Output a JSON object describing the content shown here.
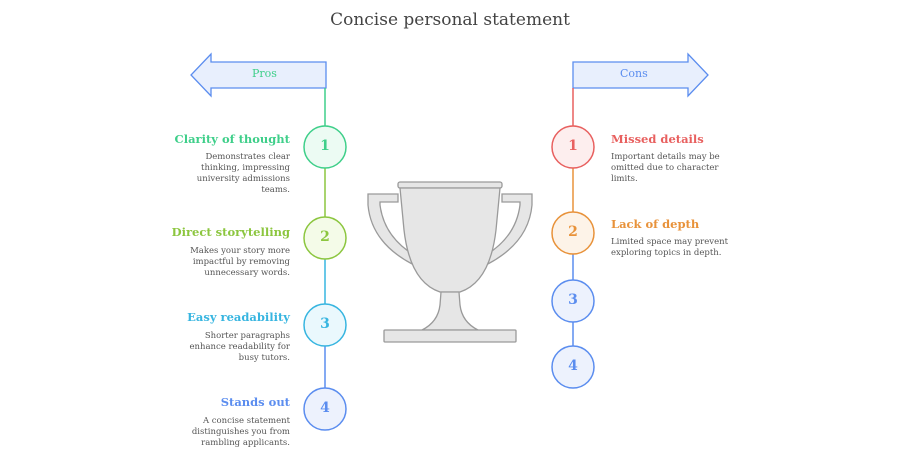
{
  "title": "Concise personal statement",
  "pros": {
    "label": "Pros",
    "items": [
      {
        "num": "1",
        "title": "Clarity of thought",
        "desc": "Demonstrates clear thinking, impressing university admissions teams.",
        "color": "#3fcf8a",
        "fill": "#ecfbf3"
      },
      {
        "num": "2",
        "title": "Direct storytelling",
        "desc": "Makes your story more impactful by removing unnecessary words.",
        "color": "#8cc63f",
        "fill": "#f4fbe8"
      },
      {
        "num": "3",
        "title": "Easy readability",
        "desc": "Shorter paragraphs enhance readability for busy tutors.",
        "color": "#37b5e0",
        "fill": "#eaf8fd"
      },
      {
        "num": "4",
        "title": "Stands out",
        "desc": "A concise statement distinguishes you from rambling applicants.",
        "color": "#5b8def",
        "fill": "#edf2fd"
      }
    ]
  },
  "cons": {
    "label": "Cons",
    "items": [
      {
        "num": "1",
        "title": "Missed details",
        "desc": "Important details may be omitted due to character limits.",
        "color": "#e8605f",
        "fill": "#fdeeee"
      },
      {
        "num": "2",
        "title": "Lack of depth",
        "desc": "Limited space may prevent exploring topics in depth.",
        "color": "#e8923a",
        "fill": "#fdf3e8"
      },
      {
        "num": "3",
        "color": "#5b8def",
        "fill": "#edf2fd"
      },
      {
        "num": "4",
        "color": "#5b8def",
        "fill": "#edf2fd"
      }
    ]
  },
  "colors": {
    "arrow_stroke": "#5b8def",
    "arrow_fill": "#e8effd",
    "pros_text": "#3fcf8a",
    "cons_text": "#5b8def"
  }
}
